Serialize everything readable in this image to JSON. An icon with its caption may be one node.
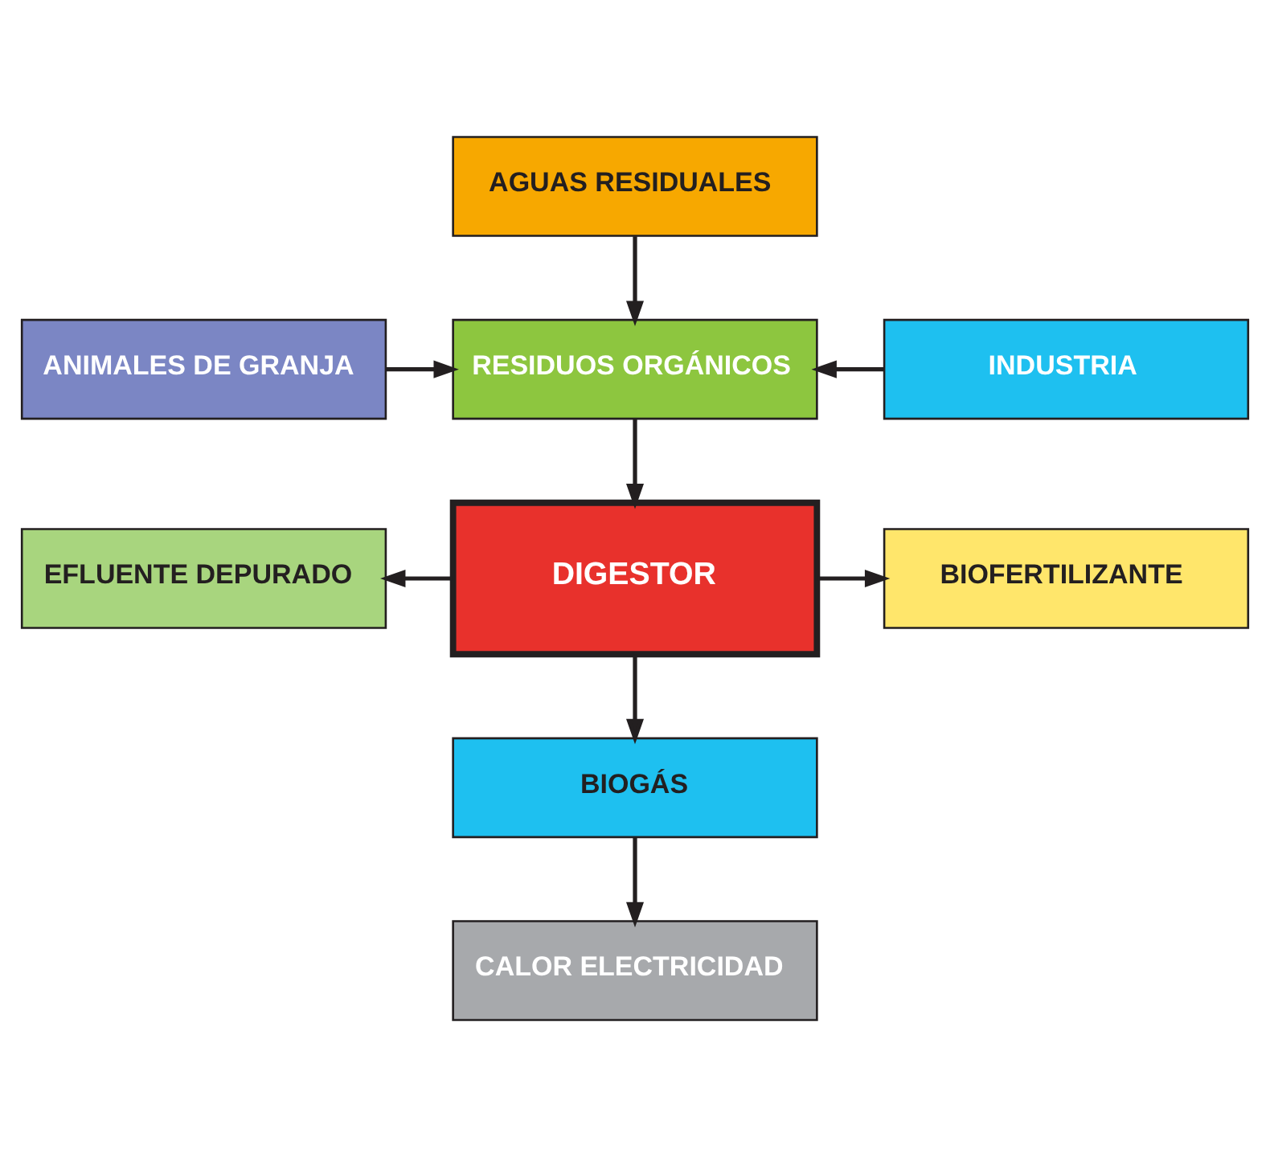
{
  "diagram": {
    "nodes": [
      {
        "text": [
          "AGUAS RESIDUALES"
        ]
      },
      {
        "text": [
          "ANIMALES DE GRANJA"
        ]
      },
      {
        "text": [
          "RESIDUOS ORGÁNICOS"
        ]
      },
      {
        "text": [
          "INDUSTRIA"
        ]
      },
      {
        "text": [
          "EFLUENTE DEPURADO"
        ]
      },
      {
        "text": [
          "DIGESTOR"
        ]
      },
      {
        "text": [
          "BIOFERTILIZANTE"
        ]
      },
      {
        "text": [
          "BIOGÁS"
        ]
      },
      {
        "text": [
          "CALOR ELECTRICIDAD"
        ]
      }
    ],
    "edges": [
      {
        "from": 0,
        "to": 2,
        "arrow": "to"
      },
      {
        "from": 1,
        "to": 2,
        "arrow": "to"
      },
      {
        "from": 3,
        "to": 2,
        "arrow": "to"
      },
      {
        "from": 2,
        "to": 5,
        "arrow": "to"
      },
      {
        "from": 5,
        "to": 4,
        "arrow": "to"
      },
      {
        "from": 5,
        "to": 6,
        "arrow": "to"
      },
      {
        "from": 5,
        "to": 7,
        "arrow": "to"
      },
      {
        "from": 7,
        "to": 8,
        "arrow": "to"
      }
    ]
  }
}
